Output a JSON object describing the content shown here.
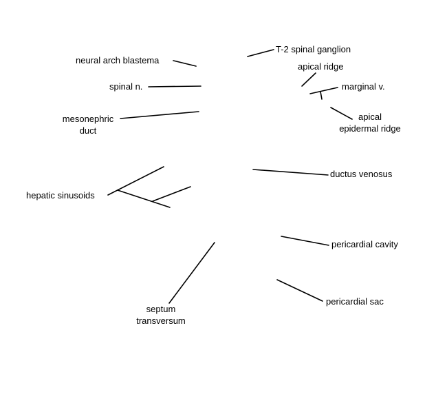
{
  "labels": {
    "neural_arch_blastema": "neural arch blastema",
    "spinal_n": "spinal n.",
    "mesonephric_duct": [
      "mesonephric",
      "duct"
    ],
    "hepatic_sinusoids": "hepatic sinusoids",
    "t2_spinal_ganglion": "T-2 spinal ganglion",
    "apical_ridge": "apical ridge",
    "marginal_v": "marginal v.",
    "apical_epidermal_ridge": [
      "apical",
      "epidermal ridge"
    ],
    "ductus_venosus": "ductus venosus",
    "pericardial_cavity": "pericardial cavity",
    "pericardial_sac": "pericardial sac",
    "septum_transversum": [
      "septum",
      "transversum"
    ]
  },
  "colors": {
    "line": "#000000",
    "text": "#000000",
    "background": "#ffffff"
  }
}
